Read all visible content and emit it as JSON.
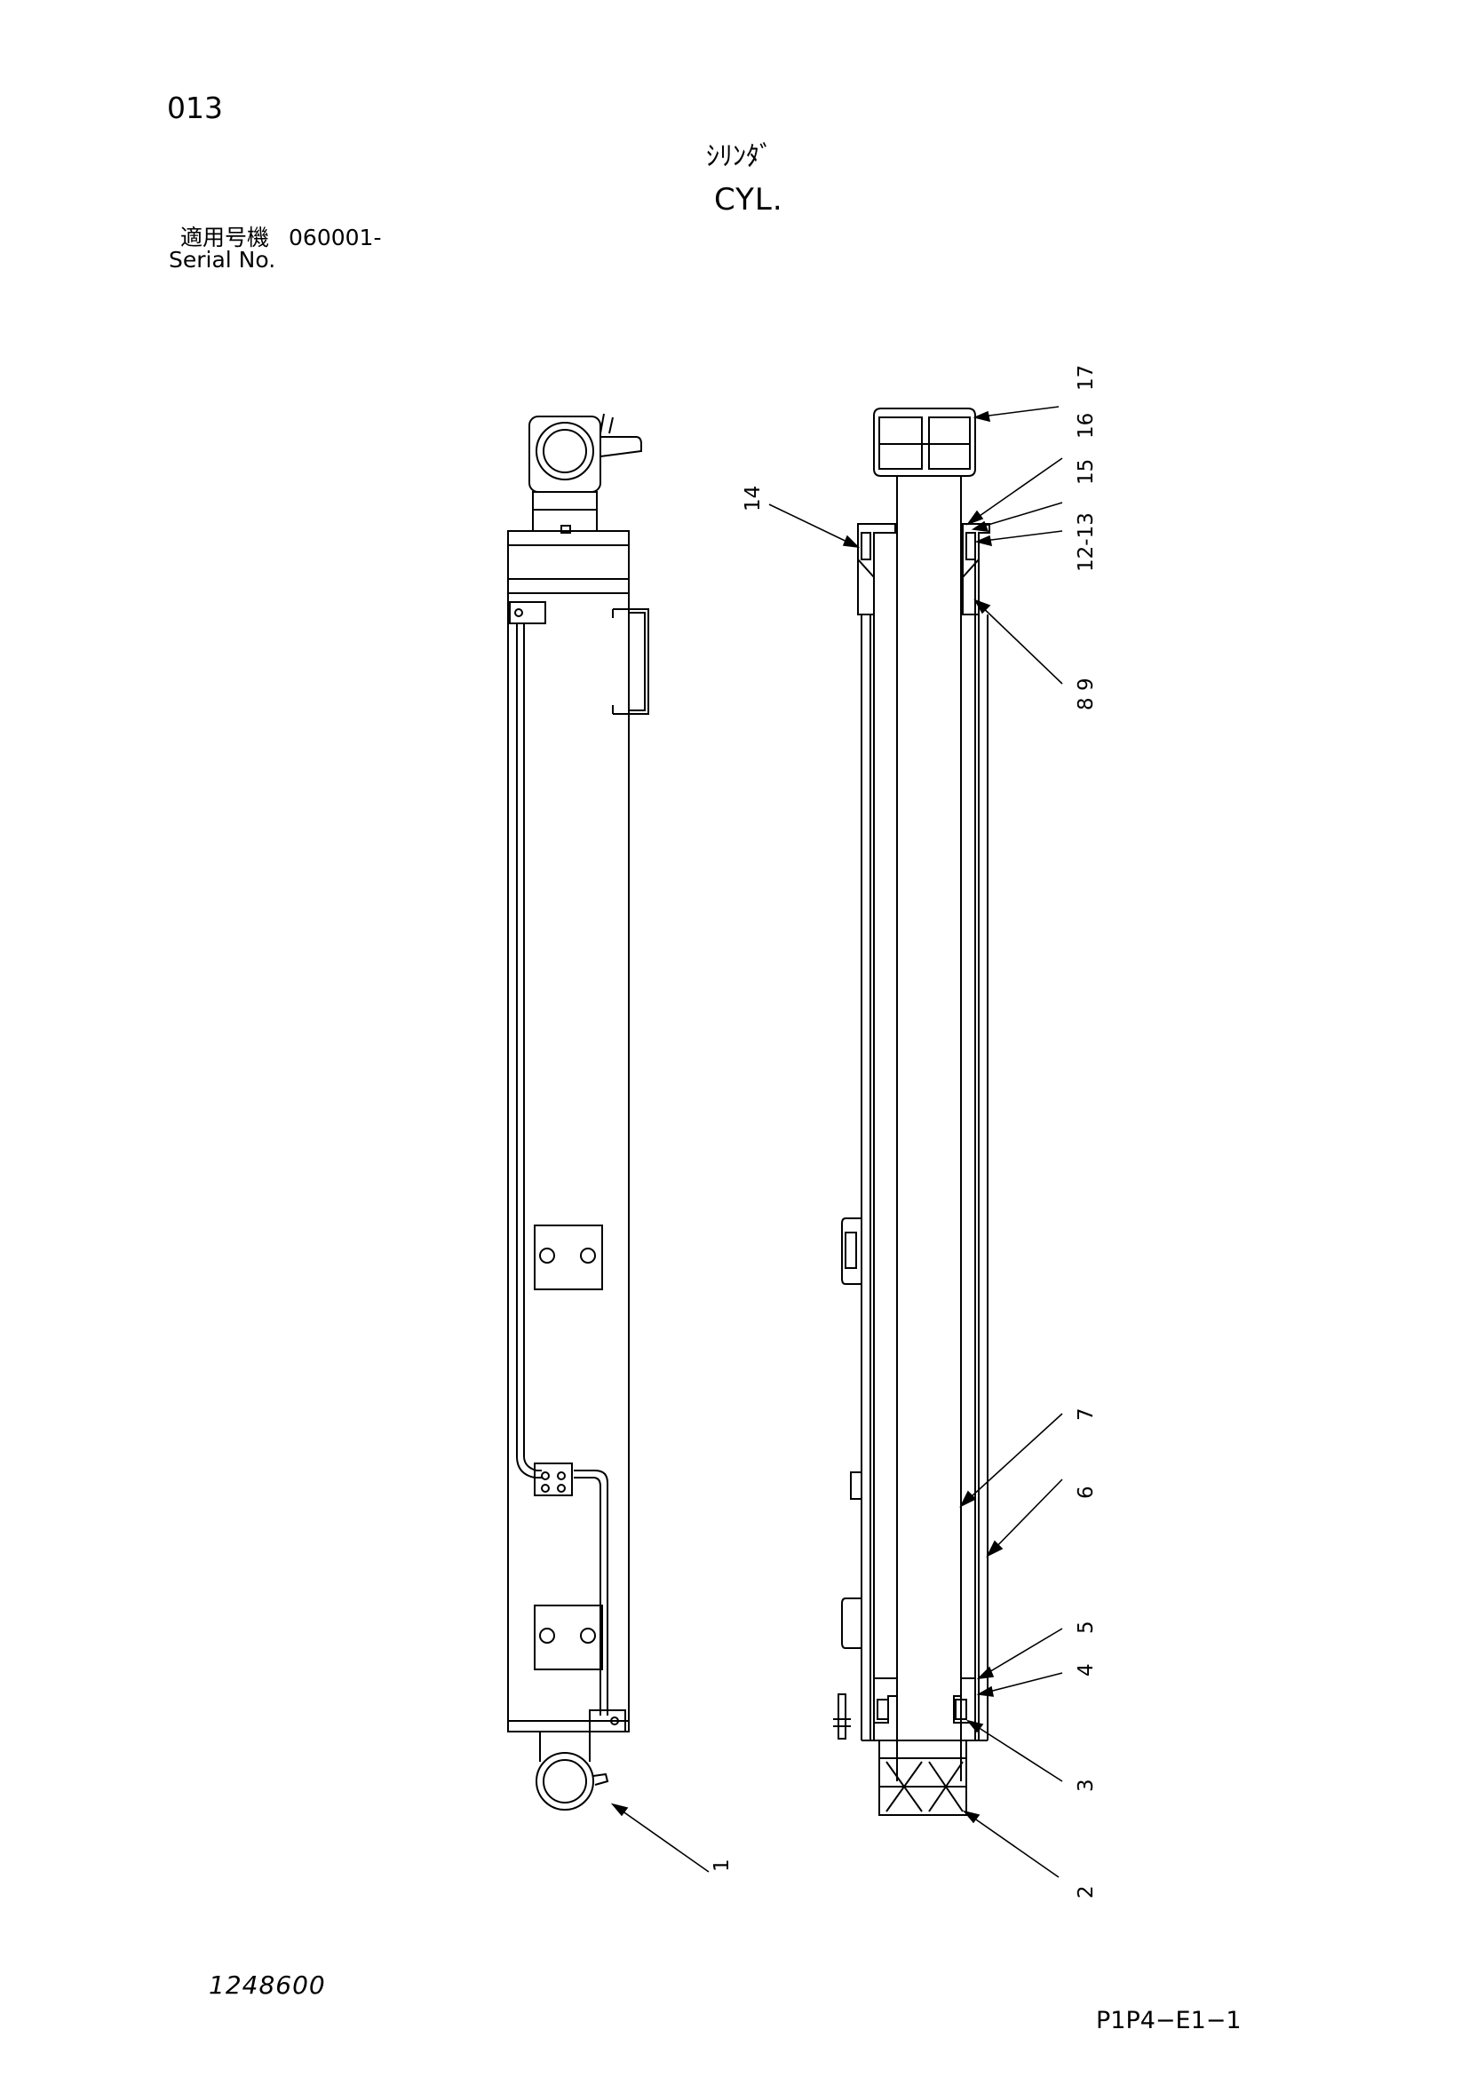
{
  "header": {
    "page_number": "013",
    "title_jp": "ｼﾘﾝﾀﾞ",
    "title_en": "CYL.",
    "applicable_label": "適用号機",
    "serial_from": "060001-",
    "serial_label": "Serial No."
  },
  "callouts": [
    "1",
    "2",
    "3",
    "4",
    "5",
    "6",
    "7",
    "8 9",
    "12-13",
    "14",
    "15",
    "16",
    "17"
  ],
  "footer": {
    "drawing_number": "1248600",
    "page_code": "P1P4−E1−1"
  }
}
